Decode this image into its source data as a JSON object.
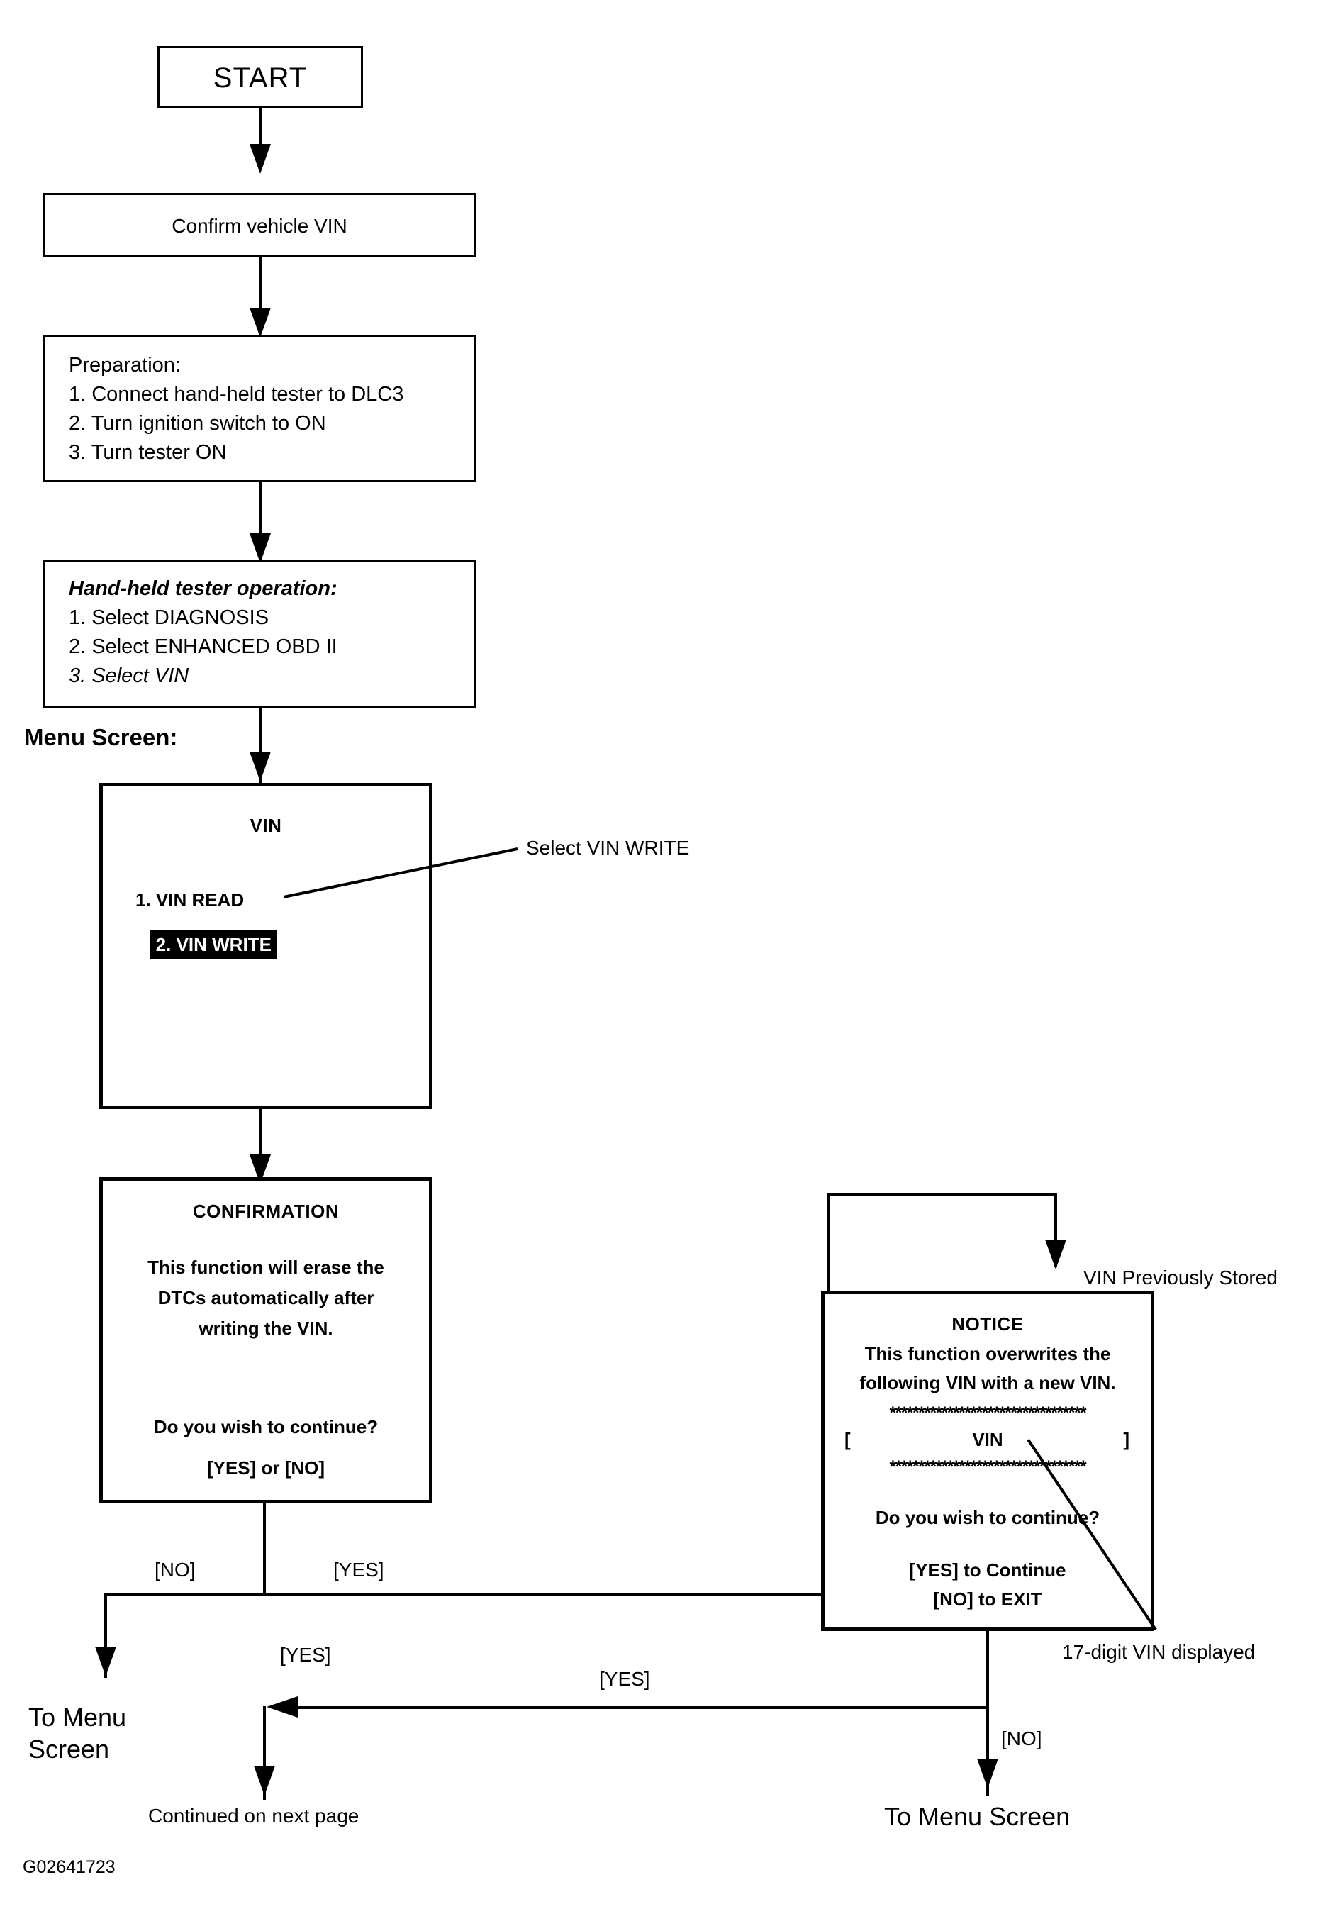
{
  "diagram": {
    "figure_code": "G02641723",
    "type": "flowchart",
    "title_context": "VIN Write procedure using hand-held tester"
  },
  "nodes": {
    "start": {
      "label": "START"
    },
    "confirm_vin": {
      "label": "Confirm vehicle VIN"
    },
    "preparation": {
      "heading": "Preparation:",
      "steps": [
        "1. Connect hand-held tester to DLC3",
        "2. Turn ignition switch to ON",
        "3. Turn tester ON"
      ]
    },
    "tester_operation": {
      "heading": "Hand-held tester operation:",
      "steps": [
        "1. Select DIAGNOSIS",
        "2. Select ENHANCED OBD II",
        "3. Select VIN"
      ]
    },
    "menu_screen_label": "Menu Screen:",
    "vin_menu": {
      "title": "VIN",
      "items": [
        {
          "label": "1. VIN READ",
          "selected": false
        },
        {
          "label": "2. VIN WRITE",
          "selected": true
        }
      ]
    },
    "confirmation": {
      "title": "CONFIRMATION",
      "body_lines": [
        "This function will erase the",
        "DTCs automatically after",
        "writing the VIN."
      ],
      "prompt": "Do you wish to continue?",
      "options": "[YES] or [NO]"
    },
    "notice": {
      "title": "NOTICE",
      "body_lines": [
        "This function overwrites the",
        "following VIN with a new VIN."
      ],
      "separator": "**********************************",
      "vin_bracket_open": "[",
      "vin_value": "VIN",
      "vin_bracket_close": "]",
      "prompt": "Do you wish to continue?",
      "option_yes": "[YES] to Continue",
      "option_no": "[NO] to EXIT"
    }
  },
  "annotations": {
    "select_vin_write": "Select VIN WRITE",
    "vin_previously_stored": "VIN Previously Stored",
    "seventeen_digit_vin": "17-digit VIN displayed"
  },
  "edge_labels": {
    "confirmation_no": "[NO]",
    "confirmation_yes_right": "[YES]",
    "confirmation_yes_down": "[YES]",
    "notice_yes": "[YES]",
    "notice_no": "[NO]"
  },
  "terminals": {
    "to_menu_screen_left_line1": "To Menu",
    "to_menu_screen_left_line2": "Screen",
    "continued_next_page": "Continued on next page",
    "to_menu_screen_right": "To Menu Screen"
  },
  "colors": {
    "ink": "#000000",
    "paper": "#ffffff",
    "highlight_bg": "#000000",
    "highlight_fg": "#ffffff"
  }
}
